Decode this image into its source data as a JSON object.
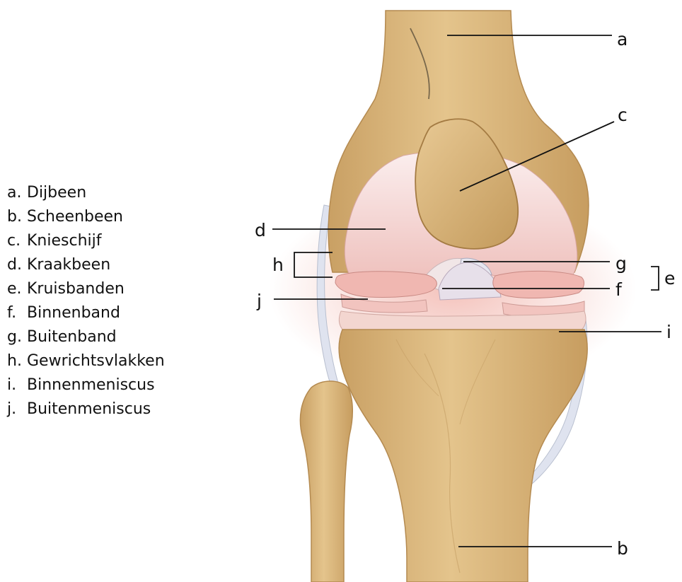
{
  "legend": [
    {
      "key": "a.",
      "term": "Dijbeen"
    },
    {
      "key": "b.",
      "term": "Scheenbeen"
    },
    {
      "key": "c.",
      "term": "Knieschijf"
    },
    {
      "key": "d.",
      "term": "Kraakbeen"
    },
    {
      "key": "e.",
      "term": "Kruisbanden"
    },
    {
      "key": "f.",
      "term": "Binnenband"
    },
    {
      "key": "g.",
      "term": "Buitenband"
    },
    {
      "key": "h.",
      "term": "Gewrichtsvlakken"
    },
    {
      "key": "i.",
      "term": "Binnenmeniscus"
    },
    {
      "key": "j.",
      "term": "Buitenmeniscus"
    }
  ],
  "callouts": {
    "a": "a",
    "b": "b",
    "c": "c",
    "d": "d",
    "e": "e",
    "f": "f",
    "g": "g",
    "h": "h",
    "i": "i",
    "j": "j"
  },
  "colors": {
    "bone": "#d9b57a",
    "bone_dark": "#b98f55",
    "cartilage": "#f3d2cf",
    "ligament": "#dfe3ef",
    "joint_glow": "#f2b8b0"
  }
}
